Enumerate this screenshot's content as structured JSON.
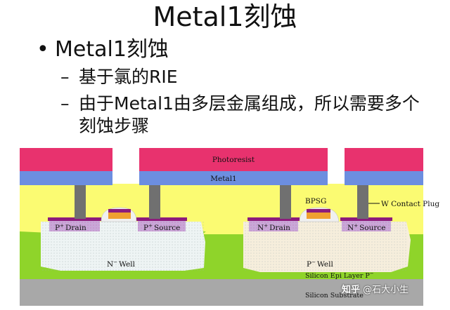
{
  "slide": {
    "title": "Metal1刻蚀",
    "bullet_marker": "•",
    "bullet": "Metal1刻蚀",
    "dash_marker": "–",
    "sub_bullets": [
      "基于氯的RIE",
      "由于Metal1由多层金属组成，所以需要多个",
      "刻蚀步骤"
    ]
  },
  "diagram": {
    "labels": {
      "photoresist": "Photoresist",
      "metal1": "Metal1",
      "bpsg": "BPSG",
      "w_contact_plug": "W Contact Plug",
      "drain_left": "Drain",
      "drain_left_prefix": "P",
      "source_left": "Source",
      "source_left_prefix": "P",
      "drain_right": "Drain",
      "drain_right_prefix": "N",
      "source_right": "Source",
      "source_right_prefix": "N",
      "superscript_plus": "+",
      "superscript_minus": "−",
      "n_well": "Well",
      "n_well_prefix": "N",
      "p_well": "Well",
      "p_well_prefix": "P",
      "epi_layer": "Silicon Epi Layer P",
      "substrate": "Silicon Substrate"
    },
    "colors": {
      "photoresist": "#e8326e",
      "metal1": "#6c8ee0",
      "bpsg": "#fbfb72",
      "tungsten": "#707070",
      "epi": "#8fd42a",
      "n_well": "#eef4f4",
      "p_well": "#f6eedc",
      "diffusion": "#c9a8d8",
      "silicide": "#8c1c7c",
      "gate": "#f0a030",
      "substrate": "#a8a8a8"
    }
  },
  "watermark": {
    "brand": "知乎",
    "author": "@石大小生"
  }
}
